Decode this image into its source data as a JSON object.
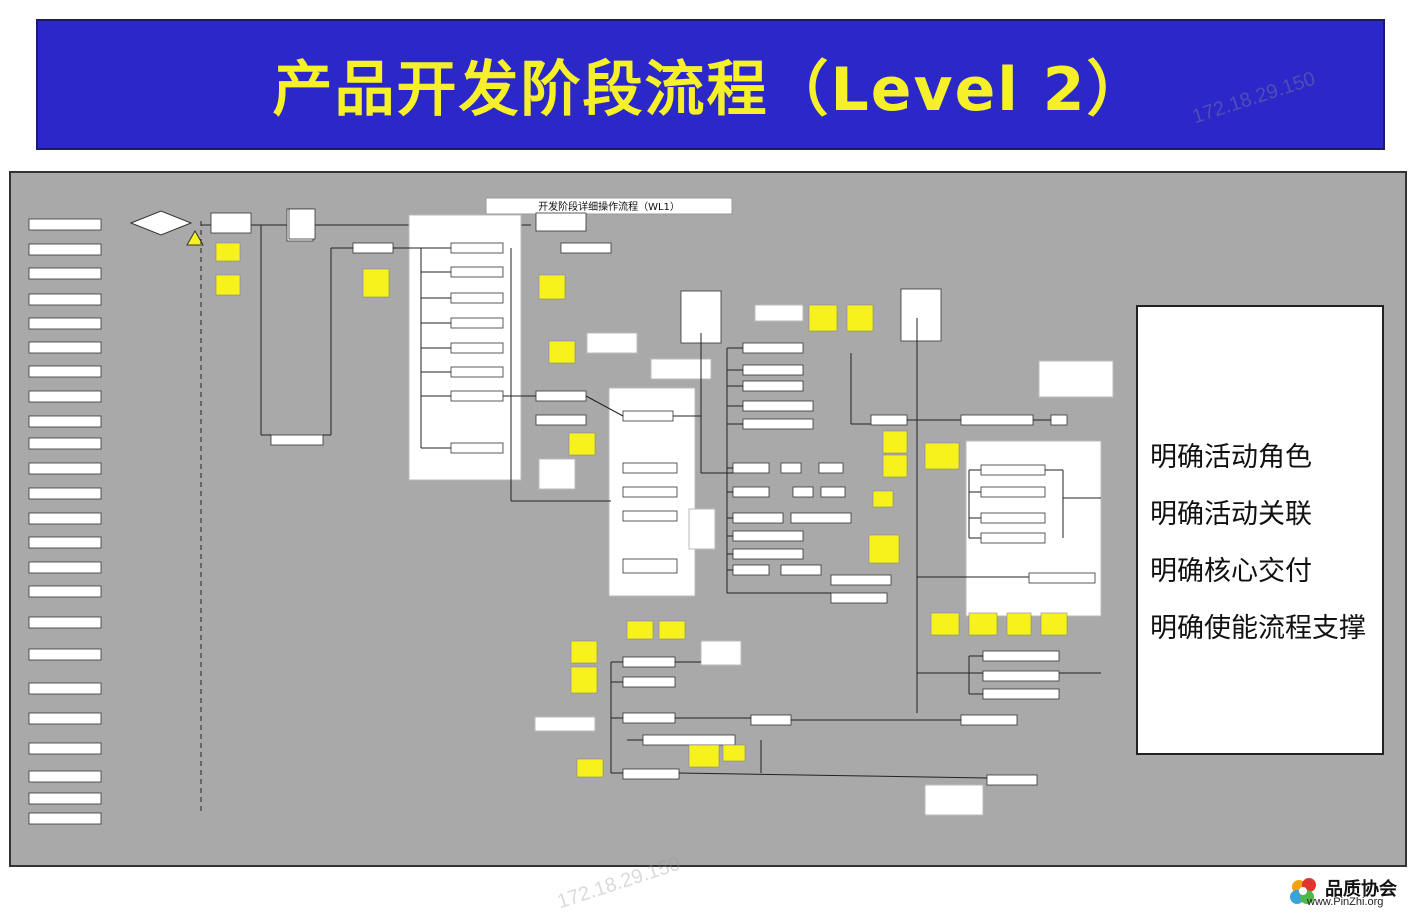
{
  "title": "产品开发阶段流程（Level 2）",
  "diagram": {
    "header_label": "开发阶段详细操作流程（WL1）"
  },
  "callout": {
    "items": [
      "明确活动角色",
      "明确活动关联",
      "明确核心交付",
      "明确使能流程支撑"
    ]
  },
  "logo": {
    "name": "品质协会",
    "url": "www.PinZhi.org"
  },
  "watermark": {
    "text": "172.18.29.150"
  },
  "colors": {
    "banner": "#2b27c8",
    "title": "#f5f02a",
    "panel": "#a9a9a9",
    "note": "#f7f21c"
  }
}
